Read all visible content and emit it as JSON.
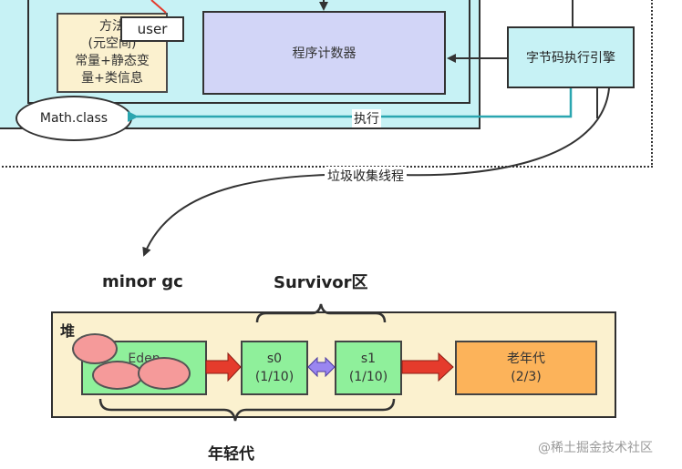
{
  "jvm": {
    "method_area_lines": [
      "方法",
      "(元空间)",
      "常量+静态变",
      "量+类信息"
    ],
    "user_label": "user",
    "pc_label": "程序计数器",
    "engine_label": "字节码执行引擎",
    "math_class_label": "Math.class",
    "execute_label": "执行"
  },
  "gc_thread_label": "垃圾收集线程",
  "minor_gc_label": "minor gc",
  "survivor_label": "Survivor区",
  "heap": {
    "title": "堆",
    "eden_label": "Eden",
    "s0": {
      "name": "s0",
      "ratio": "(1/10)"
    },
    "s1": {
      "name": "s1",
      "ratio": "(1/10)"
    },
    "old": {
      "name": "老年代",
      "ratio": "(2/3)"
    },
    "young_label": "年轻代"
  },
  "watermark": "@稀土掘金技术社区",
  "colors": {
    "jvm_bg": "#c7f2f5",
    "pc_bg": "#d2d5f7",
    "method_bg": "#fbf1cf",
    "eden_green": "#8ff09b",
    "old_orange": "#fcb35a",
    "blob_pink": "#f59a9a",
    "arrow_red": "#e53b2c",
    "arrow_purple": "#9a86f0"
  }
}
